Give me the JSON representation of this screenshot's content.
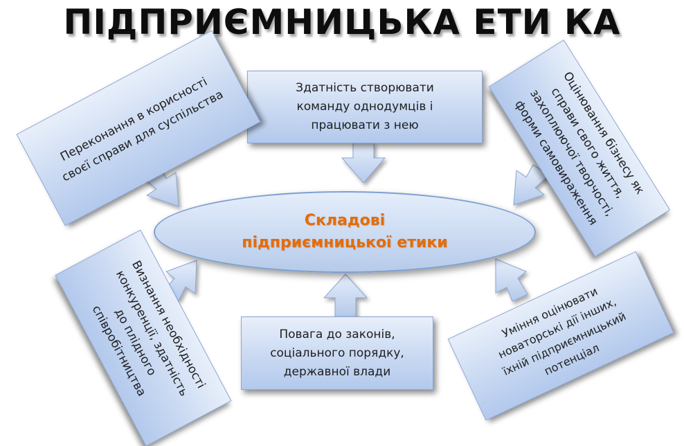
{
  "title": "ПІДПРИЄМНИЦЬКА ЕТИ КА",
  "center": {
    "line1": "Складові",
    "line2": "підприємницької етики"
  },
  "boxes": {
    "top": [
      "Здатність створювати",
      "команду однодумців і",
      "працювати з нею"
    ],
    "upper_left": [
      "Переконання в корисності",
      "своєї справи для суспільства"
    ],
    "upper_right": [
      "Оцінювання бізнесу як",
      "справи свого життя,",
      "захоплюючої творчості,",
      "форми самовираження"
    ],
    "lower_left": [
      "Визнання необхідності",
      "конкуренції, здатність",
      "до плідного",
      "співробітництва"
    ],
    "bottom": [
      "Повага до законів,",
      "соціального порядку,",
      "державної влади"
    ],
    "lower_right": [
      "Уміння оцінювати",
      "новаторські дії інших,",
      "їхній підприємницький",
      "потенціал"
    ]
  },
  "colors": {
    "accent_text": "#e46c0a",
    "box_fill": "#c9d9f2",
    "box_border": "#8aa6d6",
    "title_text": "#0d0d0d"
  },
  "icons": [
    "arrow-up-icon",
    "arrow-down-icon",
    "arrow-diagonal-icon"
  ]
}
